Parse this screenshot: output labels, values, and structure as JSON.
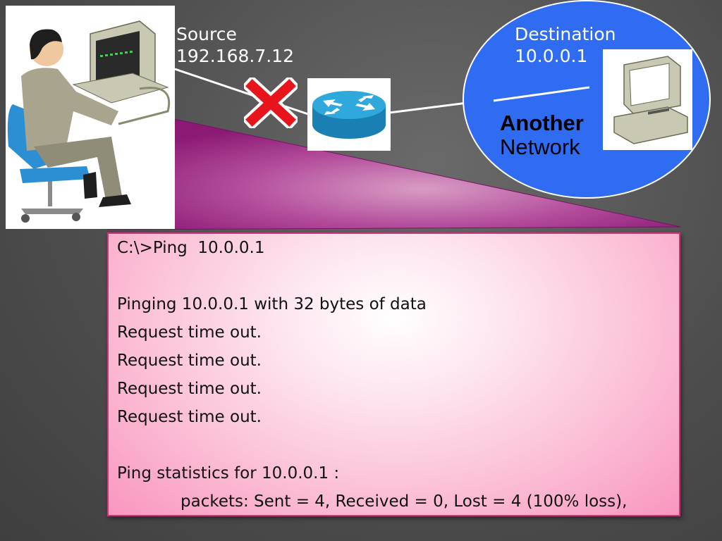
{
  "source": {
    "label": "Source",
    "ip": "192.168.7.12"
  },
  "destination": {
    "label": "Destination",
    "ip": "10.0.0.1"
  },
  "network": {
    "title_bold": "Another",
    "title_regular": "Network",
    "color": "#2f6cf2"
  },
  "terminal": {
    "lines": [
      "C:\\>Ping  10.0.0.1",
      "",
      "Pinging 10.0.0.1 with 32 bytes of data",
      "Request time out.",
      "Request time out.",
      "Request time out.",
      "Request time out.",
      "",
      "Ping statistics for 10.0.0.1 :",
      "packets: Sent = 4, Received = 0, Lost = 4 (100% loss),"
    ],
    "background": "#f996bf"
  },
  "icons": {
    "source": "person-at-computer-icon",
    "router": "router-icon",
    "failure": "red-x-icon",
    "destination": "computer-icon"
  }
}
